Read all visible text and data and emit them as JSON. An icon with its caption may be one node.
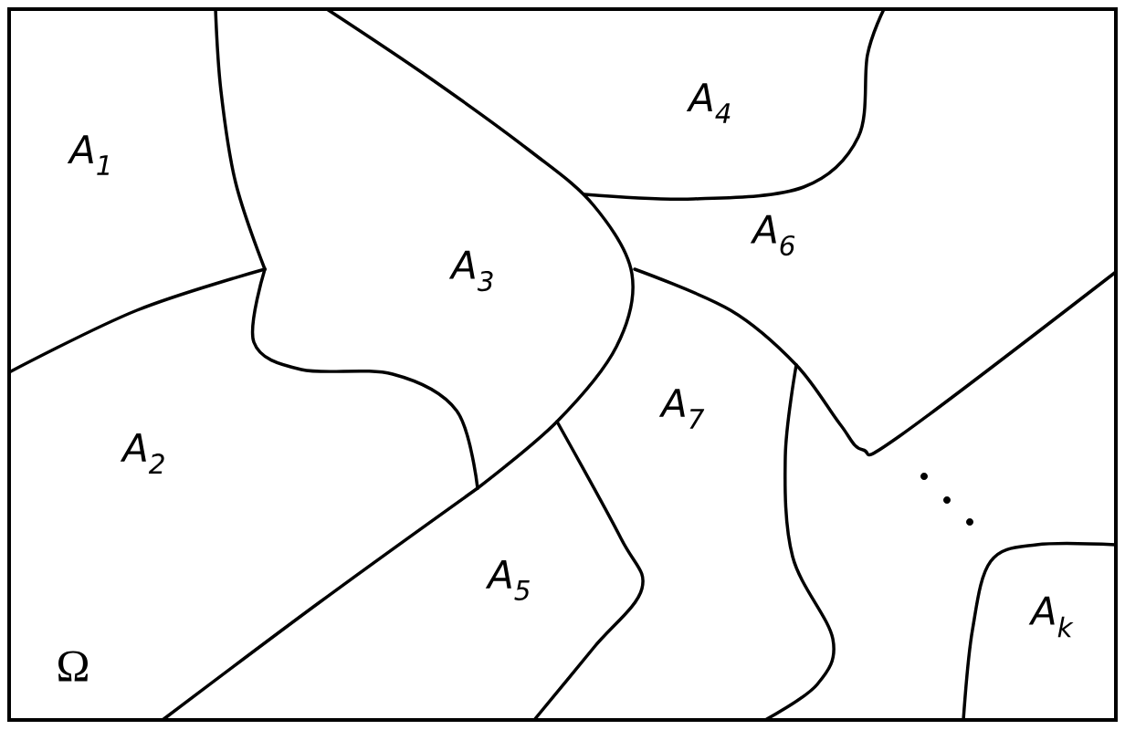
{
  "diagram": {
    "labels": [
      "A$_{1}$",
      "A$_{4}$",
      "A$_{6}$",
      "A$_{3}$",
      "A$_{7}$",
      "A$_{2}$",
      "A$_{5}$",
      "A$_{k}$",
      "Ω"
    ]
  }
}
